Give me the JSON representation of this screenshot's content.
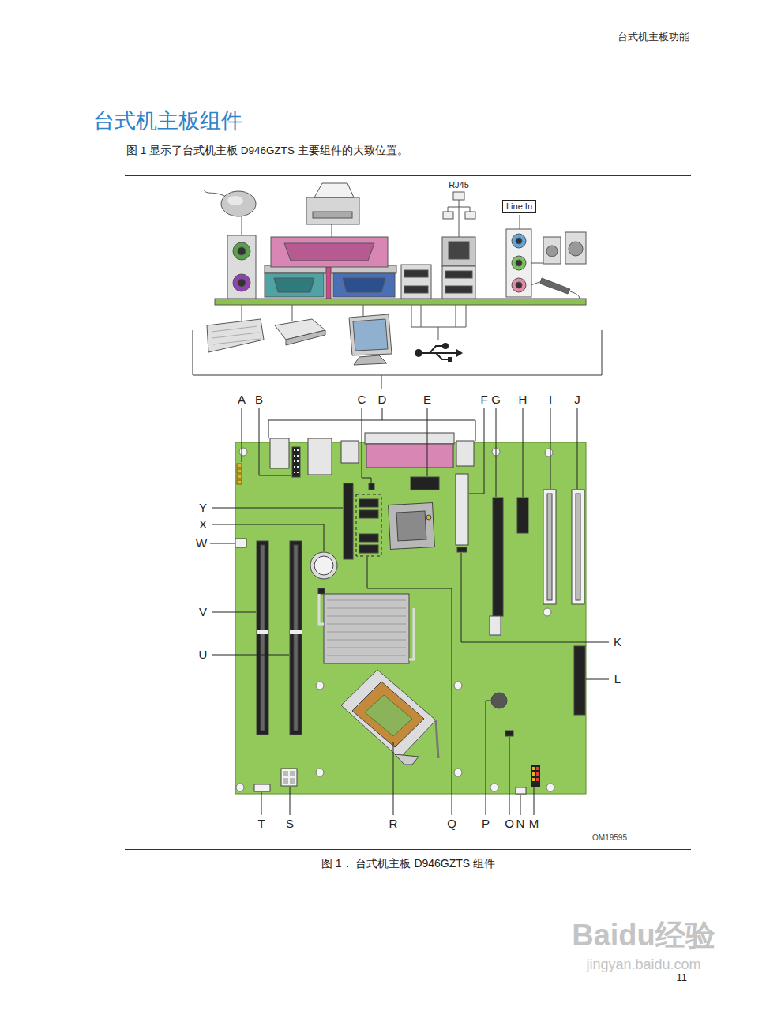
{
  "diagram": {
    "title": "台式机主板组件",
    "caption": "图 1． 台式机主板 D946GZTS 组件",
    "nodes": [
      {
        "text": [
          "Line In"
        ]
      }
    ],
    "labels": [
      "台式机主板功能",
      "图 1 显示了台式机主板 D946GZTS 主要组件的大致位置。",
      "RJ45",
      "A",
      "B",
      "C",
      "D",
      "E",
      "F",
      "G",
      "H",
      "I",
      "J",
      "Y",
      "X",
      "W",
      "V",
      "U",
      "K",
      "L",
      "T",
      "S",
      "R",
      "Q",
      "P",
      "O",
      "N",
      "M",
      "OM19595",
      "11",
      "Baidu经验",
      "jingyan.baidu.com"
    ]
  }
}
